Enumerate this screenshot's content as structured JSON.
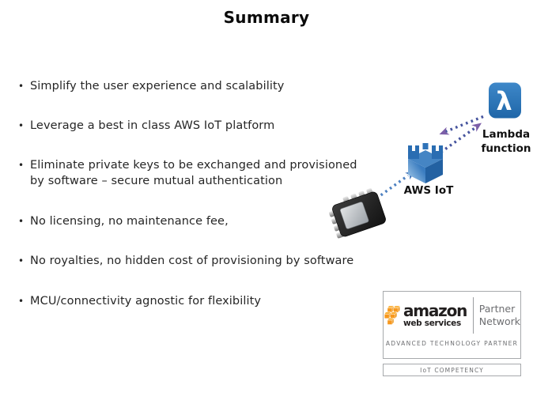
{
  "slide": {
    "title": "Summary",
    "bullet_char": "•"
  },
  "bullets": [
    "Simplify the user experience and scalability",
    "Leverage a best in class AWS IoT platform",
    "Eliminate private keys to be exchanged and provisioned by software – secure mutual authentication",
    "No licensing, no maintenance fee,",
    "No royalties, no hidden cost of provisioning by software",
    "MCU/connectivity agnostic for flexibility"
  ],
  "diagram": {
    "lambda_icon_glyph": "λ",
    "lambda_label_line1": "Lambda",
    "lambda_label_line2": "function",
    "aws_iot_label": "AWS IoT"
  },
  "badge": {
    "amazon_word": "amazon",
    "webservices_word": "web services",
    "partner_word1": "Partner",
    "partner_word2": "Network",
    "tier_label": "ADVANCED TECHNOLOGY PARTNER",
    "competency_label": "IoT COMPETENCY"
  },
  "colors": {
    "aws_blue": "#2E73B8",
    "arrow_blue": "#4D80C0",
    "arrow_purple": "#7C5FA8",
    "amazon_orange": "#F7981D",
    "text": "#262626"
  }
}
